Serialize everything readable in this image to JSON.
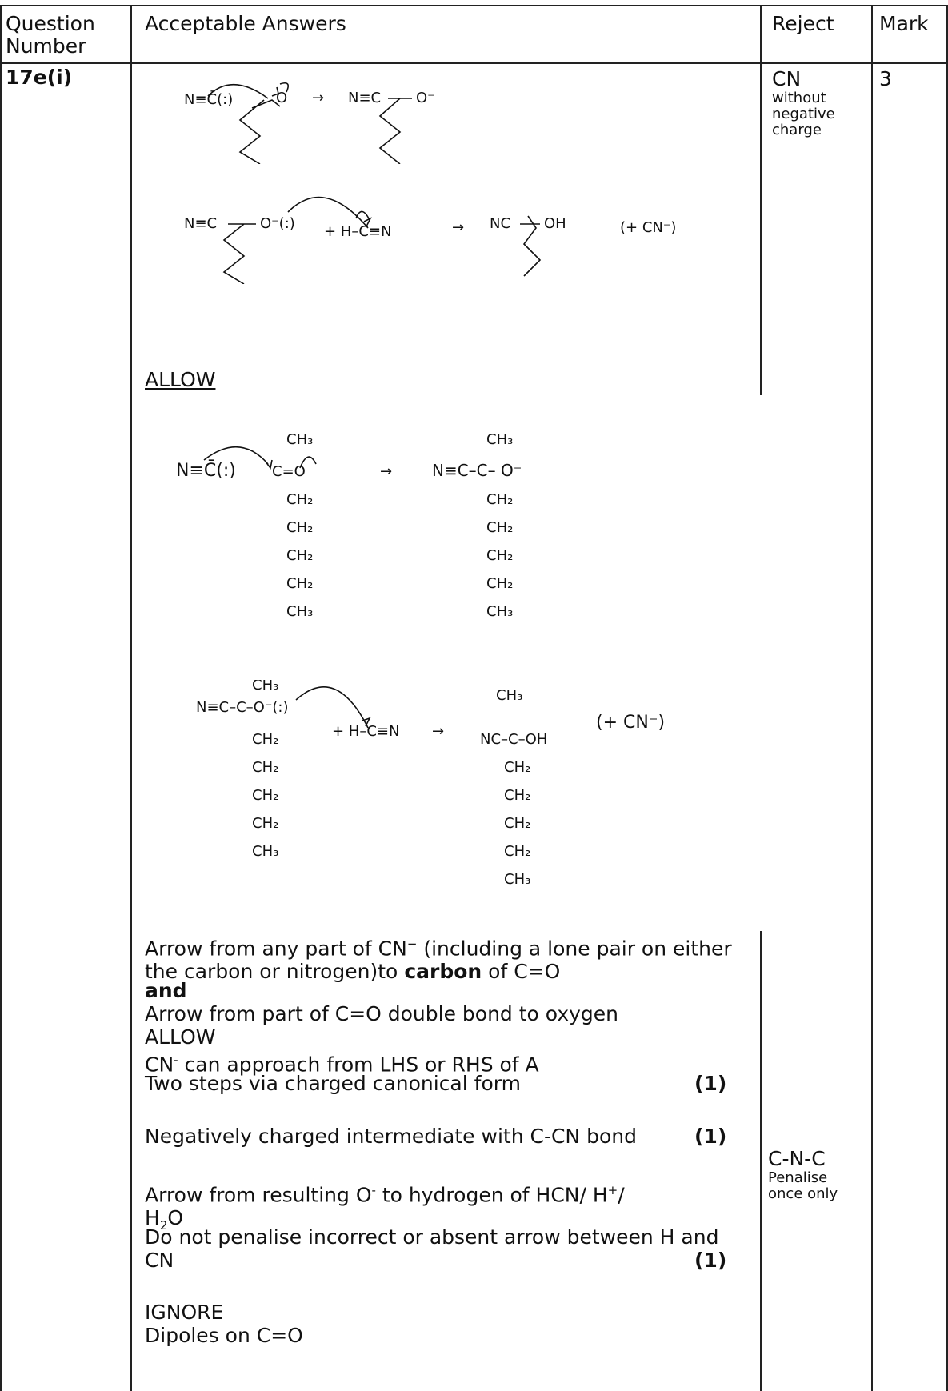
{
  "header": {
    "question_number": "Question Number",
    "acceptable_answers": "Acceptable Answers",
    "reject": "Reject",
    "mark": "Mark"
  },
  "row": {
    "question_id": "17e(i)",
    "reject_top": {
      "main": "CN",
      "detail": "without negative charge"
    },
    "mark_value": "3",
    "allow_heading": "ALLOW",
    "reject_bottom": {
      "main": "C-N-C",
      "detail": "Penalise once only"
    }
  },
  "diagrams": {
    "d1_left": "N≡C̄(:)",
    "d1_o": "O",
    "d1_right": "N≡C",
    "d1_right_o": "O⁻",
    "d2_left": "N≡C",
    "d2_o": "O⁻(:)",
    "d2_hcn": "+ H–C≡N",
    "d2_right": "NC",
    "d2_oh": "OH",
    "d2_cn": "(+ CN⁻)",
    "arrow": "→"
  },
  "mark_scheme": {
    "p1_a": "Arrow from any part of CN",
    "p1_sup": "−",
    "p1_b": " (including a lone pair on either the carbon or nitrogen)to ",
    "p1_bold": "carbon",
    "p1_c": " of C=O",
    "and": "and",
    "p2": "Arrow from part of C=O double bond to oxygen",
    "allow2": "ALLOW",
    "p3_a": "CN",
    "p3_sup": "-",
    "p3_b": " can approach from LHS or RHS of A",
    "p4": "Two steps via charged canonical form",
    "m1": "(1)",
    "p5": "Negatively charged intermediate with C-CN bond",
    "m2": "(1)",
    "p6_a": "Arrow from resulting O",
    "p6_sup": "-",
    "p6_b": " to hydrogen of HCN/ H",
    "p6_sup2": "+",
    "p6_c": "/",
    "p6_d": "H",
    "p6_sub": "2",
    "p6_e": "O",
    "p7": "Do not penalise incorrect or absent arrow between H and CN",
    "m3": "(1)",
    "ignore": "IGNORE",
    "p8": "Dipoles on C=O"
  }
}
